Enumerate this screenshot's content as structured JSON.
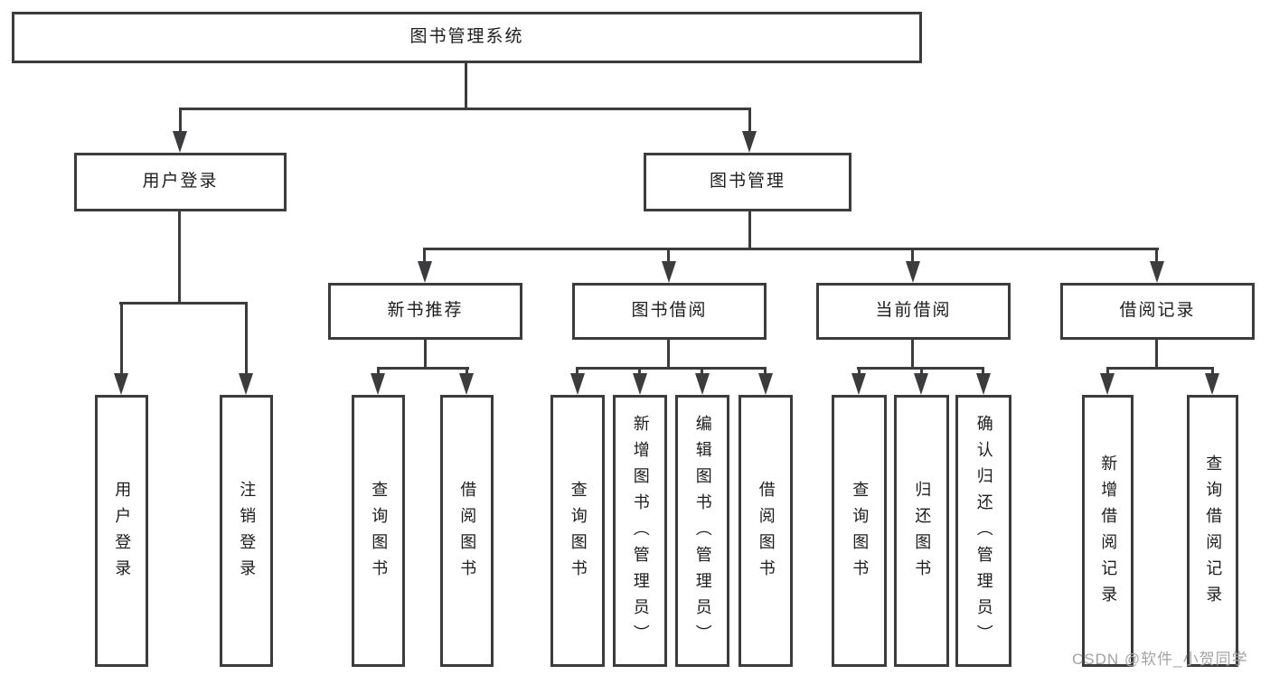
{
  "diagram": {
    "type": "hierarchy-tree",
    "watermark": "CSDN @软件_小贺同学",
    "colors": {
      "line": "#3c3c3e",
      "border": "#3c3c3e",
      "text": "#1d1d1f",
      "background": "#ffffff",
      "watermark": "#a3a3a7"
    },
    "root": {
      "label": "图书管理系统",
      "children": [
        {
          "label": "用户登录",
          "children": [
            {
              "label": "用户登录"
            },
            {
              "label": "注销登录"
            }
          ]
        },
        {
          "label": "图书管理",
          "children": [
            {
              "label": "新书推荐",
              "children": [
                {
                  "label": "查询图书"
                },
                {
                  "label": "借阅图书"
                }
              ]
            },
            {
              "label": "图书借阅",
              "children": [
                {
                  "label": "查询图书"
                },
                {
                  "label": "新增图书（管理员）"
                },
                {
                  "label": "编辑图书（管理员）"
                },
                {
                  "label": "借阅图书"
                }
              ]
            },
            {
              "label": "当前借阅",
              "children": [
                {
                  "label": "查询图书"
                },
                {
                  "label": "归还图书"
                },
                {
                  "label": "确认归还（管理员）"
                }
              ]
            },
            {
              "label": "借阅记录",
              "children": [
                {
                  "label": "新增借阅记录"
                },
                {
                  "label": "查询借阅记录"
                }
              ]
            }
          ]
        }
      ]
    }
  }
}
